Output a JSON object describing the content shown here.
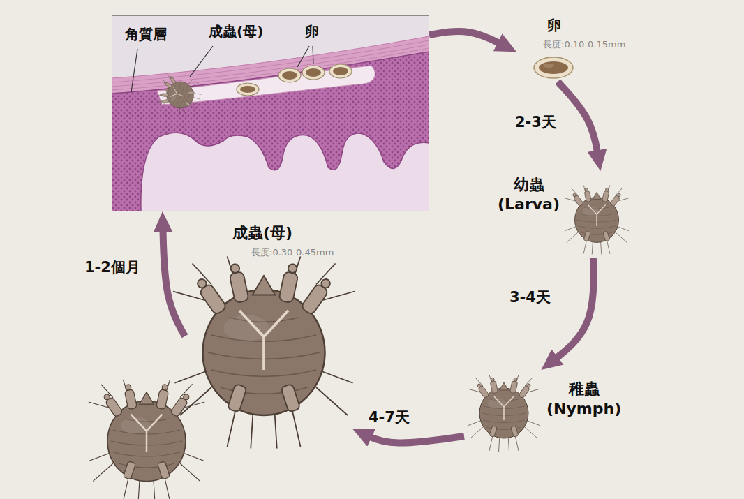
{
  "diagram": {
    "nodes": [
      {
        "text": [
          "角質層",
          "成蟲(母)",
          "卵"
        ]
      },
      {
        "text": [
          "卵",
          "長度:0.10-0.15mm"
        ]
      },
      {
        "text": [
          "幼蟲 (Larva)"
        ]
      },
      {
        "text": [
          "稚蟲 (Nymph)"
        ]
      },
      {
        "text": [
          "成蟲(母)",
          "長度:0.30-0.45mm"
        ]
      }
    ],
    "edges": [
      {
        "from": 0,
        "to": 1,
        "arrow": "to"
      },
      {
        "from": 1,
        "to": 2,
        "arrow": "to",
        "label": "2-3天"
      },
      {
        "from": 2,
        "to": 3,
        "arrow": "to",
        "label": "3-4天"
      },
      {
        "from": 3,
        "to": 4,
        "arrow": "to",
        "label": "4-7天"
      },
      {
        "from": 4,
        "to": 0,
        "arrow": "to",
        "label": "1-2個月"
      }
    ]
  }
}
